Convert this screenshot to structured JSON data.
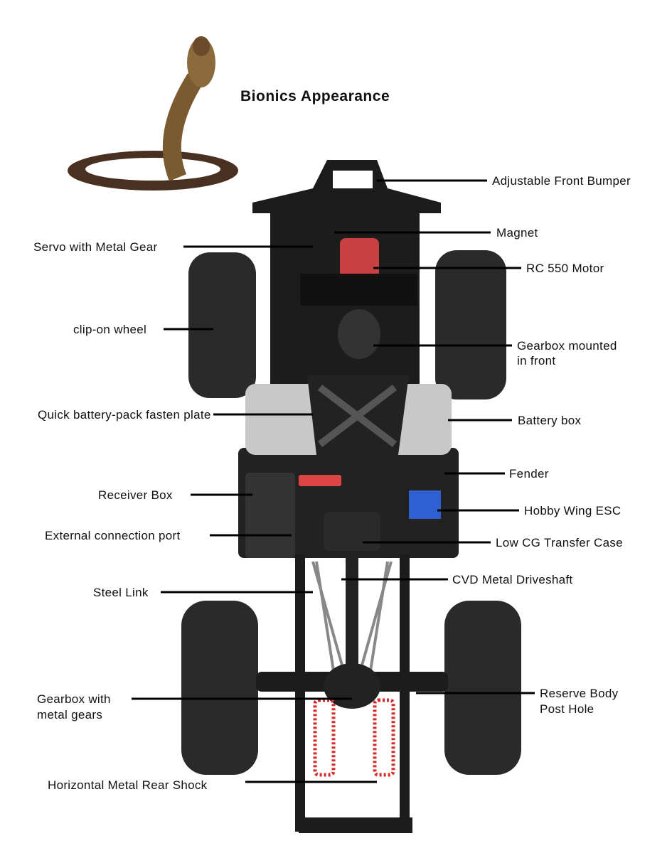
{
  "title": "Bionics Appearance",
  "labels": {
    "front_bumper": "Adjustable Front Bumper",
    "magnet": "Magnet",
    "servo": "Servo with Metal Gear",
    "motor": "RC 550 Motor",
    "wheel": "clip-on wheel",
    "gearbox_front_1": "Gearbox mounted",
    "gearbox_front_2": "in front",
    "battery_plate": "Quick battery-pack fasten plate",
    "battery_box": "Battery box",
    "fender": "Fender",
    "receiver_box": "Receiver Box",
    "esc": "Hobby Wing ESC",
    "external_port": "External connection port",
    "transfer_case": "Low CG Transfer Case",
    "steel_link": "Steel Link",
    "driveshaft": "CVD Metal Driveshaft",
    "gearbox_rear_1": "Gearbox with",
    "gearbox_rear_2": "metal gears",
    "body_post_1": "Reserve Body",
    "body_post_2": "Post Hole",
    "rear_shock": "Horizontal Metal Rear Shock"
  },
  "colors": {
    "chassis": "#1c1c1c",
    "tire": "#2a2a2a",
    "shock_spring": "#d42a2a",
    "esc": "#2f5fd0",
    "battery": "#c8c8c8",
    "snake": "#5a3b22"
  }
}
